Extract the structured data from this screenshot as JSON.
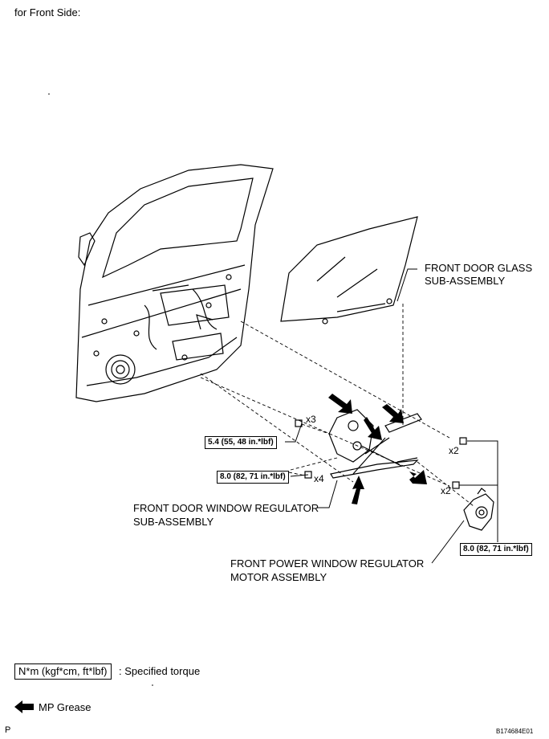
{
  "header": {
    "title": "for Front Side:"
  },
  "labels": {
    "front_door_glass_line1": "FRONT DOOR GLASS",
    "front_door_glass_line2": "SUB-ASSEMBLY",
    "regulator_line1": "FRONT DOOR WINDOW REGULATOR",
    "regulator_line2": "SUB-ASSEMBLY",
    "motor_line1": "FRONT POWER WINDOW REGULATOR",
    "motor_line2": "MOTOR ASSEMBLY"
  },
  "quantities": {
    "q_x3": "x3",
    "q_x4": "x4",
    "q_x2_upper": "x2",
    "q_x2_lower": "x2"
  },
  "torques": {
    "t1": "5.4 (55, 48 in.*lbf)",
    "t2": "8.0 (82, 71 in.*lbf)",
    "t3": "8.0 (82, 71 in.*lbf)"
  },
  "legend": {
    "torque_box": "N*m (kgf*cm, ft*lbf)",
    "torque_desc": ": Specified torque",
    "grease_desc": "MP Grease"
  },
  "footer": {
    "left": "P",
    "right": "B174684E01"
  }
}
